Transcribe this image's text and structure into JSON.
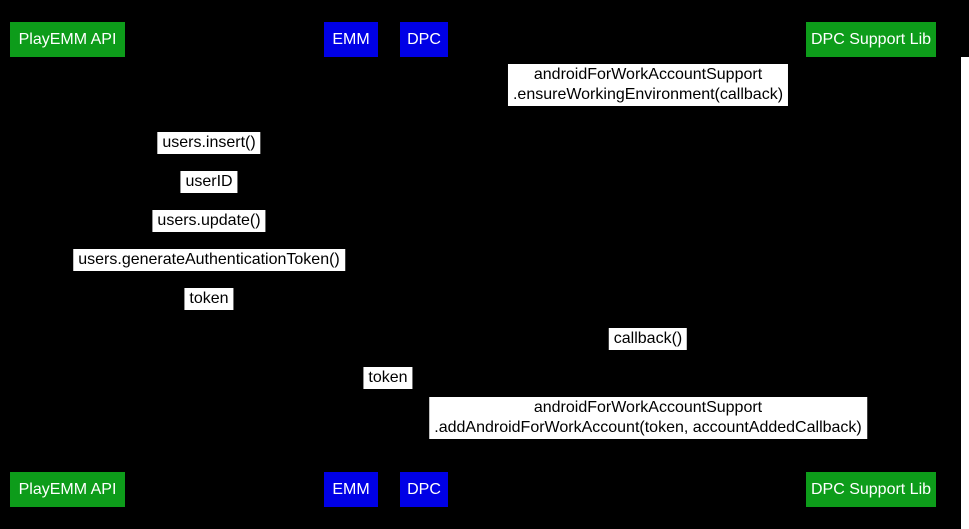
{
  "diagram": {
    "type": "sequence-diagram",
    "background_color": "#000000",
    "colors": {
      "actor_green": "#0d9c1a",
      "actor_blue": "#0000e6",
      "actor_text": "#ffffff",
      "message_background": "#ffffff",
      "message_text": "#000000"
    },
    "actors": [
      {
        "label": "PlayEMM API",
        "color": "green"
      },
      {
        "label": "EMM",
        "color": "blue"
      },
      {
        "label": "DPC",
        "color": "blue"
      },
      {
        "label": "DPC Support Lib",
        "color": "green"
      }
    ],
    "messages": [
      {
        "lines": [
          "androidForWorkAccountSupport",
          ".ensureWorkingEnvironment(callback)"
        ]
      },
      {
        "lines": [
          "users.insert()"
        ]
      },
      {
        "lines": [
          "userID"
        ]
      },
      {
        "lines": [
          "users.update()"
        ]
      },
      {
        "lines": [
          "users.generateAuthenticationToken()"
        ]
      },
      {
        "lines": [
          "token"
        ]
      },
      {
        "lines": [
          "callback()"
        ]
      },
      {
        "lines": [
          "token"
        ]
      },
      {
        "lines": [
          "androidForWorkAccountSupport",
          ".addAndroidForWorkAccount(token, accountAddedCallback)"
        ]
      }
    ]
  }
}
